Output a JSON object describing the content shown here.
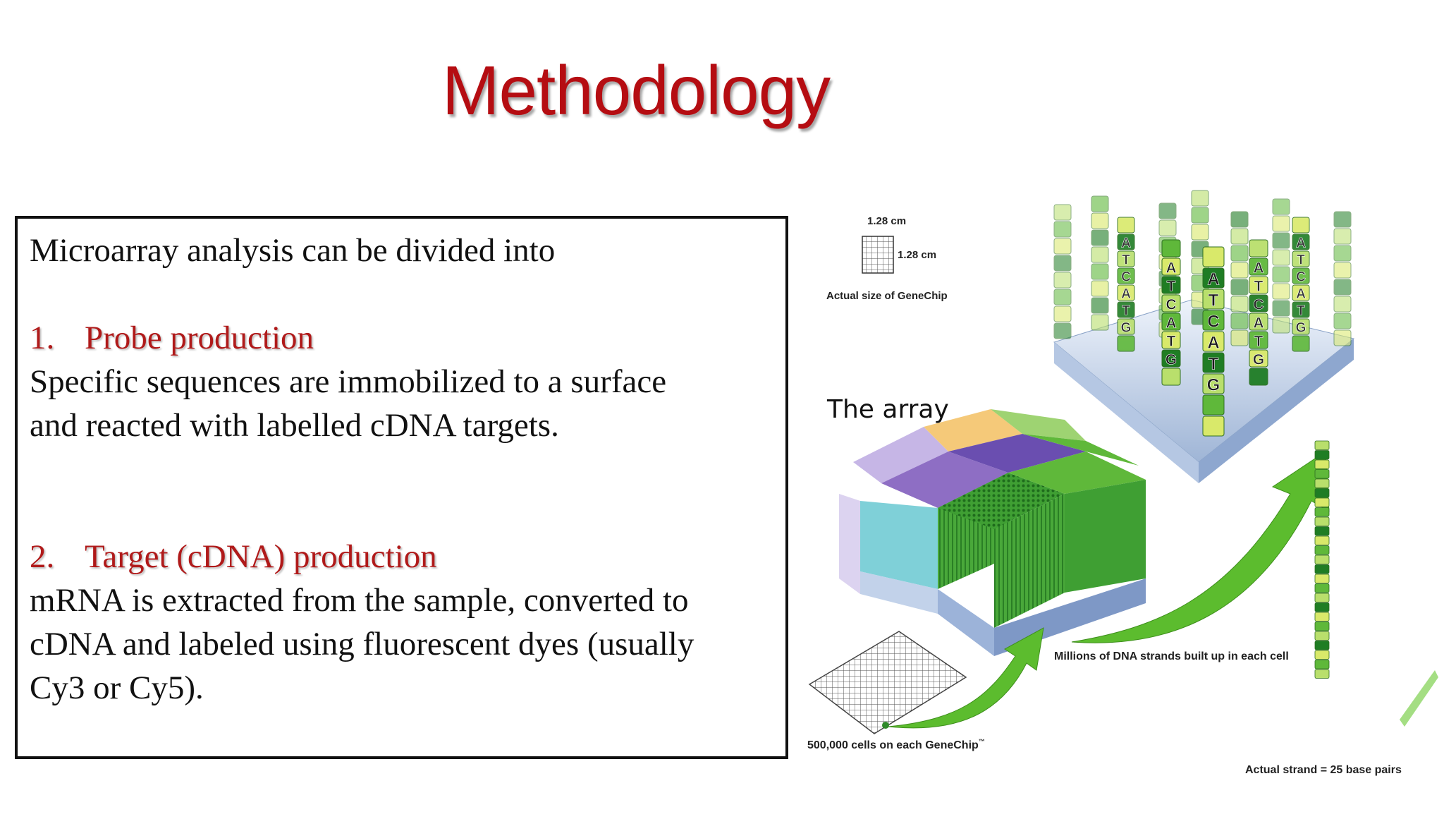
{
  "slide": {
    "title": "Methodology"
  },
  "textbox": {
    "intro": "Microarray analysis can be divided into",
    "sections": [
      {
        "number": "1.",
        "heading": "Probe production",
        "body_lines": [
          "Specific sequences are immobilized to a surface",
          "and reacted with labelled cDNA targets."
        ]
      },
      {
        "number": "2.",
        "heading": "Target (cDNA) production",
        "body_lines": [
          "mRNA is extracted from the sample, converted to",
          "cDNA and labeled using fluorescent dyes (usually",
          "Cy3 or Cy5)."
        ]
      }
    ]
  },
  "figure": {
    "dimension_top": "1.28 cm",
    "dimension_side": "1.28 cm",
    "chip_caption": "Actual size of GeneChip",
    "array_label": "The array",
    "cells_caption": "500,000 cells on each GeneChip",
    "strands_caption": "Millions of DNA strands built up in each cell",
    "strand_caption": "Actual strand = 25 base pairs",
    "trademark": "™",
    "sequence_letters": [
      "A",
      "T",
      "C",
      "A",
      "T",
      "G"
    ],
    "colors": {
      "title_red": "#b50d12",
      "heading_red": "#b01a1a",
      "dark_green": "#1f7d24",
      "mid_green": "#5fb83a",
      "light_green": "#b9df6c",
      "yellow_green": "#d9e96a",
      "arrow_green": "#5cbc2e",
      "teal": "#7fd0d8",
      "purple": "#8e6ec4",
      "orange": "#f2b24a",
      "slab_blue": "#c9d8ec"
    }
  }
}
